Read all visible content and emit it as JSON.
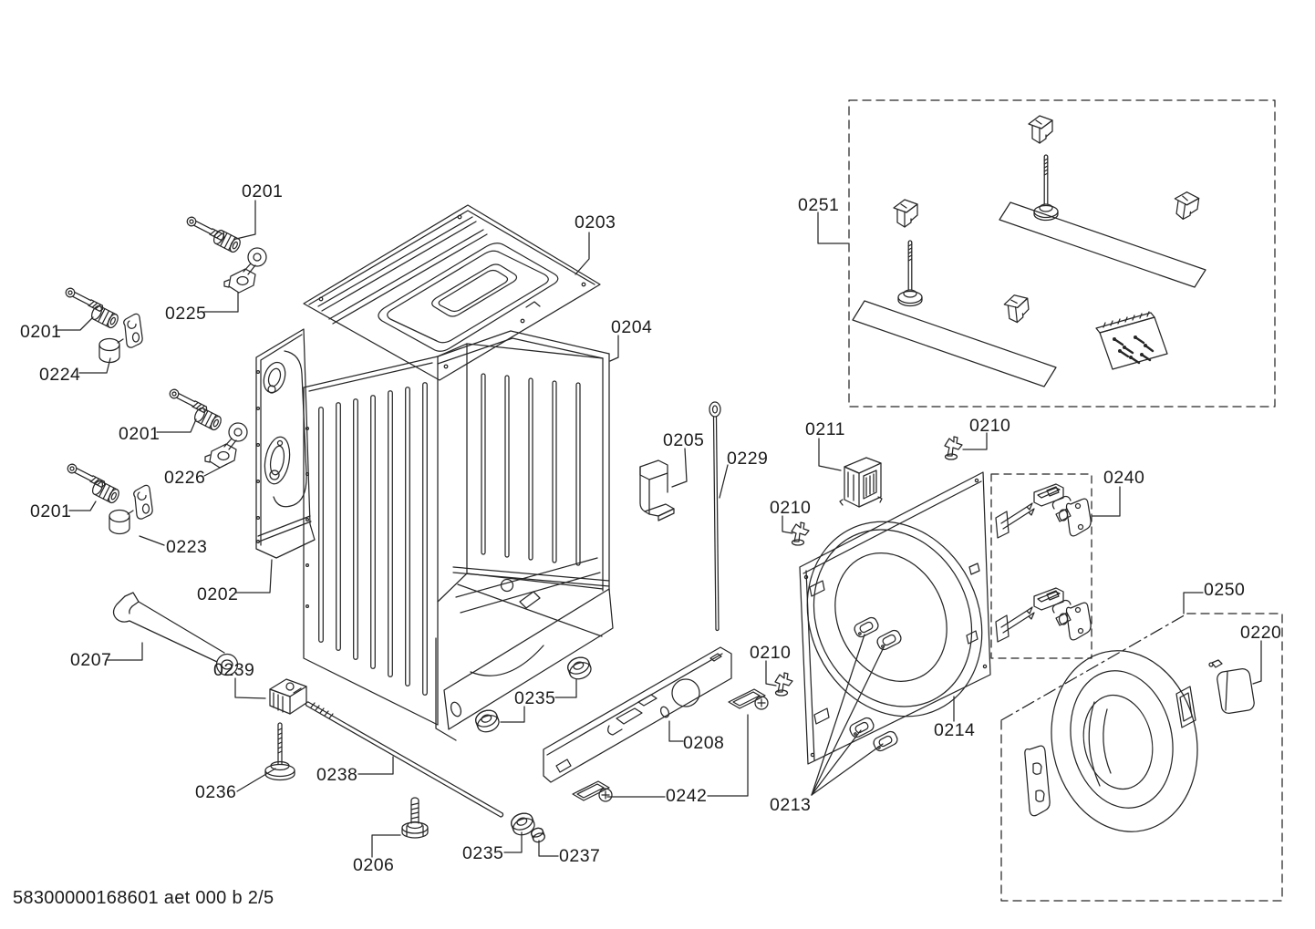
{
  "page": {
    "background_color": "#ffffff",
    "line_color": "#262626",
    "footer_code": "58300000168601 aet 000 b 2/5"
  },
  "part_labels": [
    {
      "text": "0201"
    },
    {
      "text": "0225"
    },
    {
      "text": "0201"
    },
    {
      "text": "0224"
    },
    {
      "text": "0203"
    },
    {
      "text": "0204"
    },
    {
      "text": "0201"
    },
    {
      "text": "0226"
    },
    {
      "text": "0201"
    },
    {
      "text": "0223"
    },
    {
      "text": "0202"
    },
    {
      "text": "0251"
    },
    {
      "text": "0205"
    },
    {
      "text": "0229"
    },
    {
      "text": "0211"
    },
    {
      "text": "0210"
    },
    {
      "text": "0210"
    },
    {
      "text": "0240"
    },
    {
      "text": "0250"
    },
    {
      "text": "0220"
    },
    {
      "text": "0207"
    },
    {
      "text": "0239"
    },
    {
      "text": "0210"
    },
    {
      "text": "0235"
    },
    {
      "text": "0214"
    },
    {
      "text": "0208"
    },
    {
      "text": "0238"
    },
    {
      "text": "0242"
    },
    {
      "text": "0213"
    },
    {
      "text": "0236"
    },
    {
      "text": "0206"
    },
    {
      "text": "0235"
    },
    {
      "text": "0237"
    }
  ]
}
